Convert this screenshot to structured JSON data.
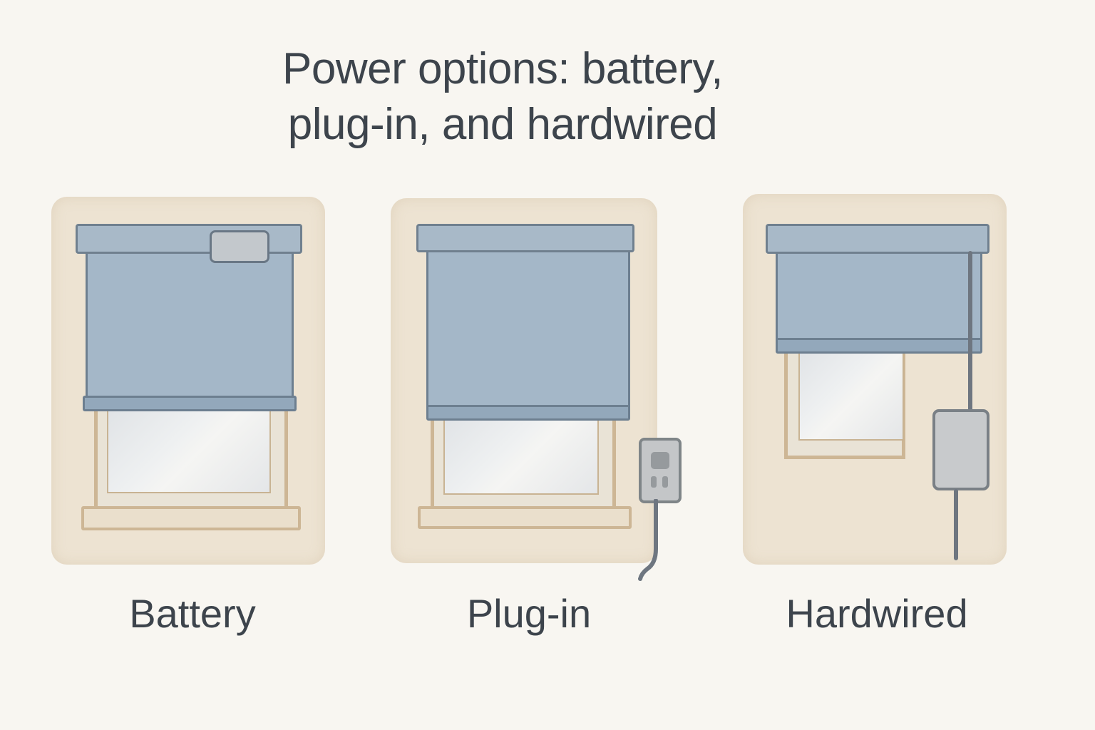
{
  "title": {
    "line1": "Power options: battery,",
    "line2": "plug-in, and hardwired"
  },
  "panels": [
    {
      "label": "Battery",
      "power_component": "battery-pack-on-headrail"
    },
    {
      "label": "Plug-in",
      "power_component": "wall-outlet-with-cord"
    },
    {
      "label": "Hardwired",
      "power_component": "junction-box-with-wire"
    }
  ],
  "colors": {
    "background": "#f8f6f1",
    "panel_wall": "#ede3d2",
    "shade_blue": "#a4b7c8",
    "shade_outline": "#6d7f90",
    "window_frame": "#cdb695",
    "device_gray": "#c4c6c8",
    "text": "#3d444c"
  }
}
